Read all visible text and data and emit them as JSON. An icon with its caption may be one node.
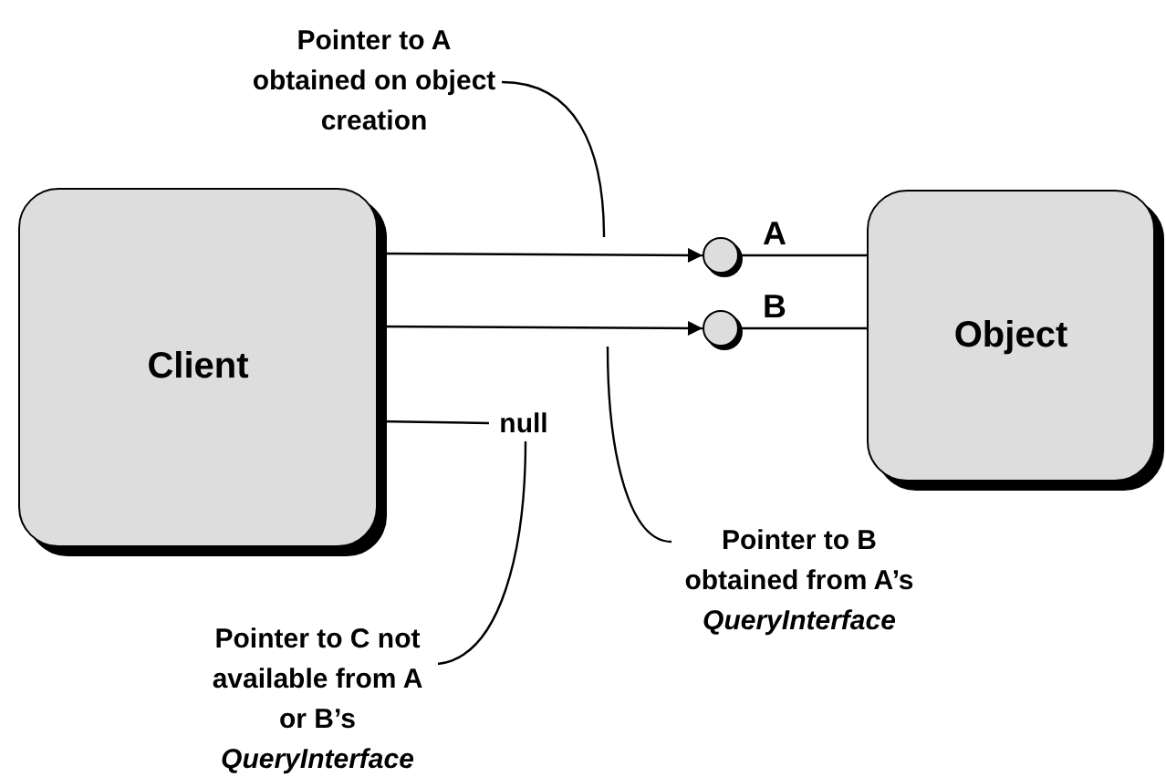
{
  "diagram": {
    "nodes": [
      {
        "text": [
          "Client"
        ]
      },
      {
        "text": [
          "Object"
        ]
      },
      {
        "text": [],
        "shape": "circle",
        "beside": [
          "A"
        ]
      },
      {
        "text": [],
        "shape": "circle",
        "beside": [
          "B"
        ]
      },
      {
        "text": [
          "null"
        ]
      },
      {
        "text": [
          "Pointer to A obtained on object creation"
        ]
      },
      {
        "text": [
          "Pointer to B obtained from A’s *QueryInterface*"
        ]
      },
      {
        "text": [
          "Pointer to C not available from A or B’s *QueryInterface*"
        ]
      }
    ],
    "edges": [
      {
        "from": 0,
        "to": 2,
        "arrow": "to"
      },
      {
        "from": 0,
        "to": 3,
        "arrow": "to"
      },
      {
        "from": 1,
        "to": 2,
        "arrow": "none"
      },
      {
        "from": 1,
        "to": 3,
        "arrow": "none"
      },
      {
        "from": 0,
        "to": 4,
        "arrow": "none"
      },
      {
        "from": 5,
        "to": null,
        "arrow": "none"
      },
      {
        "from": 6,
        "to": null,
        "arrow": "none"
      },
      {
        "from": 7,
        "to": 4,
        "arrow": "none"
      }
    ]
  }
}
